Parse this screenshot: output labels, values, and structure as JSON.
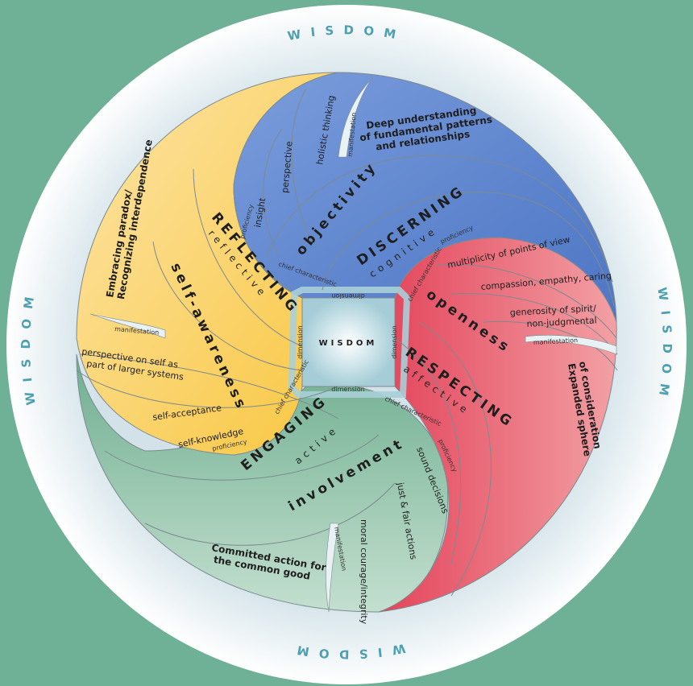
{
  "title": "Wisdom model diagram",
  "colors": {
    "background": "#6fb196",
    "outer_ring": "#e6eef2",
    "cognitive_blue": "#5f86cf",
    "affective_red": "#e5505f",
    "active_green": "#74b194",
    "reflective_yellow": "#f9cf5a",
    "center_band": "#a9cfd8",
    "ring_text": "#4ea0b0"
  },
  "ring_labels": {
    "top": "WISDOM",
    "right": "WISDOM",
    "bottom": "WISDOM",
    "left": "WISDOM"
  },
  "center": {
    "label": "WISDOM",
    "band_labels": [
      "dimension",
      "dimension",
      "dimension",
      "dimension"
    ]
  },
  "quadrants": [
    {
      "id": "discerning",
      "dimension_name": "DISCERNING",
      "dimension_type": "cognitive",
      "chief_characteristic": "objectivity",
      "proficiencies": [
        "insight",
        "perspective",
        "holistic thinking"
      ],
      "manifestation": "Deep understanding of fundamental patterns and relationships",
      "tags": {
        "proficiency": "proficiency",
        "chief": "chief characteristic",
        "manifestation": "manifestation",
        "dimension": "dimension"
      }
    },
    {
      "id": "respecting",
      "dimension_name": "RESPECTING",
      "dimension_type": "affective",
      "chief_characteristic": "openness",
      "proficiencies": [
        "multiplicity of points of view",
        "compassion, empathy, caring",
        "generosity of spirit/ non-judgmental"
      ],
      "manifestation": "Expanded sphere of consideration",
      "tags": {
        "proficiency": "proficiency",
        "chief": "chief characteristic",
        "manifestation": "manifestation",
        "dimension": "dimension"
      }
    },
    {
      "id": "engaging",
      "dimension_name": "ENGAGING",
      "dimension_type": "active",
      "chief_characteristic": "involvement",
      "proficiencies": [
        "sound decisions",
        "just & fair actions",
        "moral courage/integrity"
      ],
      "manifestation": "Committed action for the common good",
      "tags": {
        "proficiency": "proficiency",
        "chief": "chief characteristic",
        "manifestation": "manifestation",
        "dimension": "dimension"
      }
    },
    {
      "id": "reflecting",
      "dimension_name": "REFLECTING",
      "dimension_type": "reflective",
      "chief_characteristic": "self-awareness",
      "proficiencies": [
        "self-knowledge",
        "self-acceptance",
        "perspective on self as part of larger systems"
      ],
      "manifestation": "Embracing paradox/ Recognizing interdependence",
      "tags": {
        "proficiency": "proficiency",
        "chief": "chief characteristic",
        "manifestation": "manifestation",
        "dimension": "dimension"
      }
    }
  ]
}
